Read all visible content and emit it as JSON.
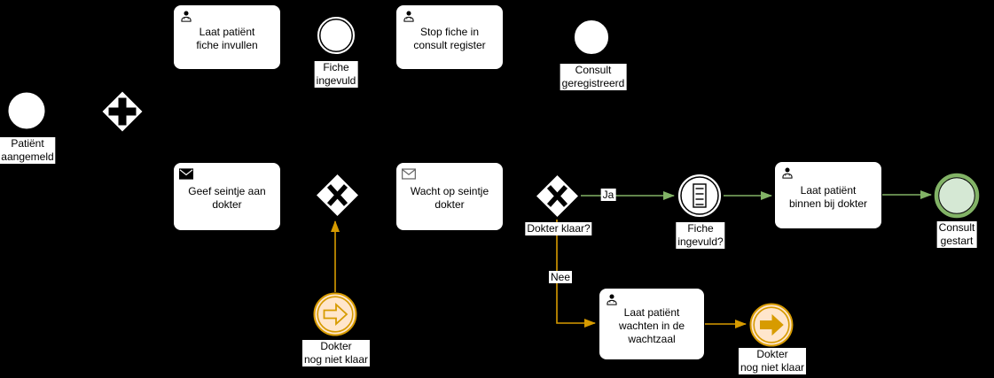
{
  "diagram": {
    "background_color": "#000000",
    "colors": {
      "node_fill": "#ffffff",
      "node_stroke": "#000000",
      "green_stroke": "#82b366",
      "green_fill": "#d5e8d4",
      "orange_stroke": "#d79b00",
      "orange_fill": "#ffe6cc"
    },
    "events": {
      "patient_aangemeld": {
        "type": "start-event",
        "label": "Patiënt\naangemeld"
      },
      "fiche_ingevuld": {
        "type": "intermediate-event",
        "label": "Fiche\ningevuld"
      },
      "consult_geregistreerd": {
        "type": "end-event",
        "label": "Consult\ngeregistreerd"
      },
      "fiche_ingevuld_vraag": {
        "type": "conditional-intermediate-event",
        "icon": "conditional-list-icon",
        "label": "Fiche\ningevuld?"
      },
      "consult_gestart": {
        "type": "end-event",
        "label": "Consult gestart"
      },
      "dokter_nog_niet_klaar_catch": {
        "type": "link-catch-event",
        "icon": "link-arrow-outline-icon",
        "label": "Dokter\nnog niet klaar"
      },
      "dokter_nog_niet_klaar_throw": {
        "type": "link-throw-event",
        "icon": "link-arrow-filled-icon",
        "label": "Dokter\nnog niet klaar"
      }
    },
    "gateways": {
      "parallel": {
        "type": "parallel-gateway",
        "icon": "plus-marker-icon"
      },
      "exclusive_wacht": {
        "type": "exclusive-gateway",
        "icon": "x-marker-icon"
      },
      "dokter_klaar": {
        "type": "exclusive-gateway",
        "icon": "x-marker-icon",
        "label": "Dokter klaar?"
      }
    },
    "tasks": {
      "laat_patient_fiche_invullen": {
        "icon": "user-icon",
        "label": "Laat patiënt\nfiche invullen"
      },
      "stop_fiche_in_consult_register": {
        "icon": "user-icon",
        "label": "Stop fiche in\nconsult register"
      },
      "geef_seintje_aan_dokter": {
        "icon": "message-send-icon",
        "label": "Geef seintje aan\ndokter"
      },
      "wacht_op_seintje_dokter": {
        "icon": "message-receive-icon",
        "label": "Wacht op seintje\ndokter"
      },
      "laat_patient_binnen_bij_dokter": {
        "icon": "user-icon",
        "label": "Laat patiënt\nbinnen bij dokter"
      },
      "laat_patient_wachten_in_de_wachtzaal": {
        "icon": "user-icon",
        "label": "Laat patiënt\nwachten in de\nwachtzaal"
      }
    },
    "edge_labels": {
      "ja": "Ja",
      "nee": "Nee"
    }
  }
}
